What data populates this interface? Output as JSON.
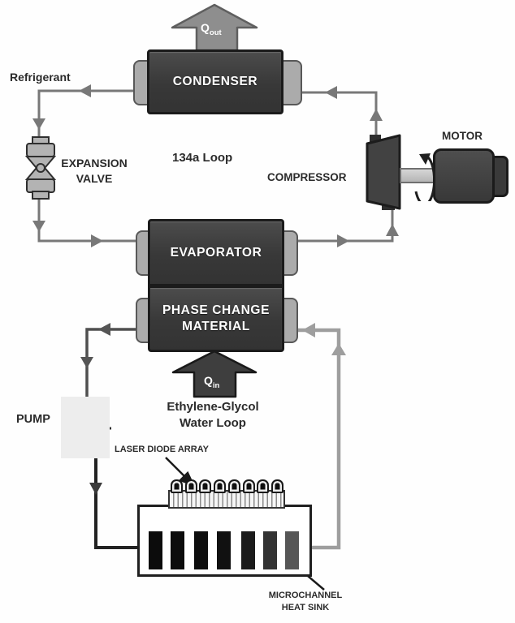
{
  "diagram_title": "Two-loop laser cooling system schematic",
  "labels": {
    "refrigerant": "Refrigerant",
    "condenser": "CONDENSER",
    "expansion_valve_line1": "EXPANSION",
    "expansion_valve_line2": "VALVE",
    "loop_134a": "134a Loop",
    "compressor": "COMPRESSOR",
    "motor": "MOTOR",
    "evaporator": "EVAPORATOR",
    "pcm_line1": "PHASE CHANGE",
    "pcm_line2": "MATERIAL",
    "q_out": "Q",
    "q_out_sub": "out",
    "q_in": "Q",
    "q_in_sub": "in",
    "eg_line1": "Ethylene-Glycol",
    "eg_line2": "Water Loop",
    "pump": "PUMP",
    "laser_diode_array": "LASER DIODE ARRAY",
    "microchannel_line1": "MICROCHANNEL",
    "microchannel_line2": "HEAT SINK"
  },
  "colors": {
    "dark_box": "#3d3d3d",
    "end_cap": "#ababab",
    "refrigerant_line": "#787878",
    "glycol_feed_line": "#4f4f4f",
    "glycol_black_line": "#222222",
    "glycol_return_line": "#9e9e9e",
    "q_out_arrow_fill": "#8e8e8e",
    "q_in_arrow_fill": "#3e3e3e",
    "label_text": "#2b2b2b",
    "box_text": "#ffffff"
  },
  "components": [
    "condenser",
    "expansion-valve",
    "compressor",
    "motor",
    "evaporator",
    "phase-change-material",
    "pump",
    "laser-diode-array",
    "microchannel-heat-sink"
  ]
}
